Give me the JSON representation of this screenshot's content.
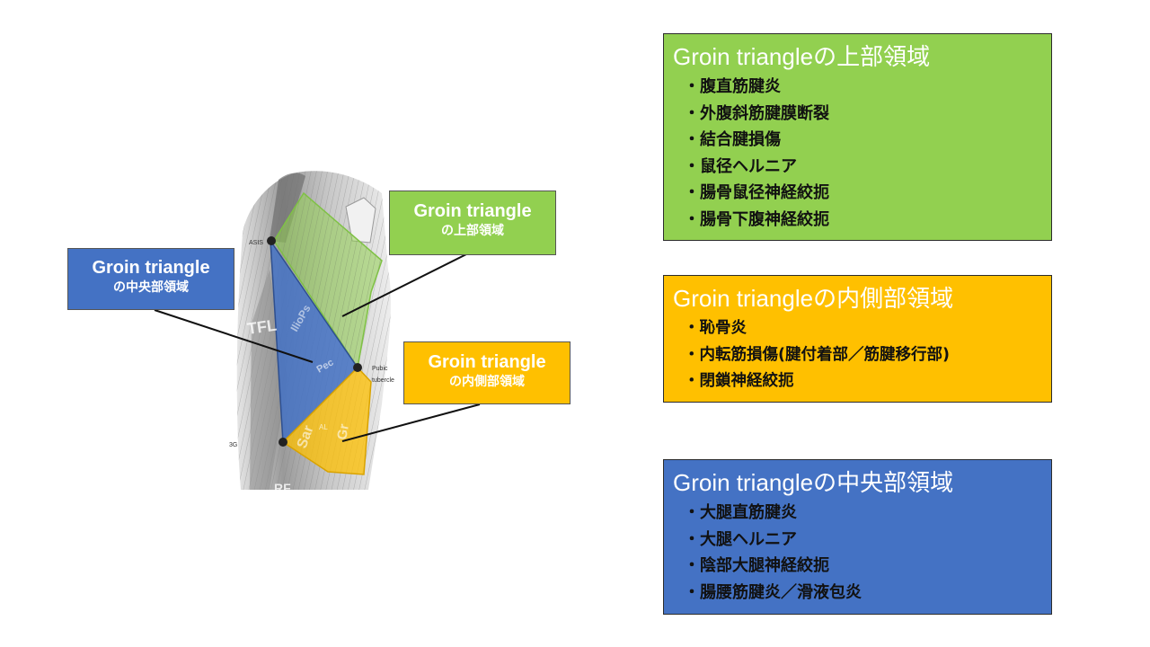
{
  "diagram": {
    "labels": {
      "upper": {
        "line1": "Groin triangle",
        "line2": "の上部領域"
      },
      "central": {
        "line1": "Groin triangle",
        "line2": "の中央部領域"
      },
      "medial": {
        "line1": "Groin triangle",
        "line2": "の内側部領域"
      }
    },
    "anatomy_text": {
      "asis": "ASIS",
      "pubic": "Pubic",
      "tubercle": "tubercle",
      "tfl": "TFL",
      "iliops": "IlioPs",
      "pec": "Pec",
      "al": "AL",
      "sar": "Sar",
      "gr": "Gr",
      "rf": "RF",
      "three_g": "3G"
    },
    "colors": {
      "upper": "#92d050",
      "medial": "#ffc000",
      "central": "#4472c4"
    }
  },
  "boxes": {
    "upper": {
      "title": "Groin triangleの上部領域",
      "items": [
        "腹直筋腱炎",
        "外腹斜筋腱膜断裂",
        "結合腱損傷",
        "鼠径ヘルニア",
        "腸骨鼠径神経絞扼",
        "腸骨下腹神経絞扼"
      ]
    },
    "medial": {
      "title": "Groin triangleの内側部領域",
      "items": [
        "恥骨炎",
        "内転筋損傷(腱付着部／筋腱移行部)",
        "閉鎖神経絞扼"
      ]
    },
    "central": {
      "title": "Groin triangleの中央部領域",
      "items": [
        "大腿直筋腱炎",
        "大腿ヘルニア",
        "陰部大腿神経絞扼",
        "腸腰筋腱炎／滑液包炎"
      ]
    }
  }
}
